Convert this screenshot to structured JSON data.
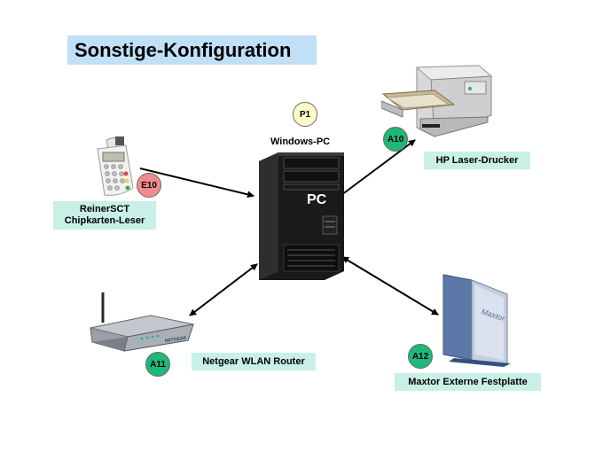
{
  "title": "Sonstige-Konfiguration",
  "colors": {
    "title_bg": "#bfe0f7",
    "label_bg": "#c8f0e6",
    "badge_output": "#1db87a",
    "badge_input": "#f28b8b",
    "badge_processor": "#fffbc8"
  },
  "pc": {
    "badge": "P1",
    "label": "Windows-PC",
    "case_text": "PC"
  },
  "devices": {
    "card_reader": {
      "badge": "E10",
      "label_line1": "ReinerSCT",
      "label_line2": "Chipkarten-Leser",
      "icon": "card-reader-icon"
    },
    "printer": {
      "badge": "A10",
      "label": "HP Laser-Drucker",
      "icon": "printer-icon"
    },
    "router": {
      "badge": "A11",
      "label": "Netgear WLAN Router",
      "icon": "router-icon",
      "brand": "NETGEAR"
    },
    "hdd": {
      "badge": "A12",
      "label": "Maxtor Externe Festplatte",
      "icon": "external-drive-icon",
      "brand": "Maxtor"
    }
  }
}
